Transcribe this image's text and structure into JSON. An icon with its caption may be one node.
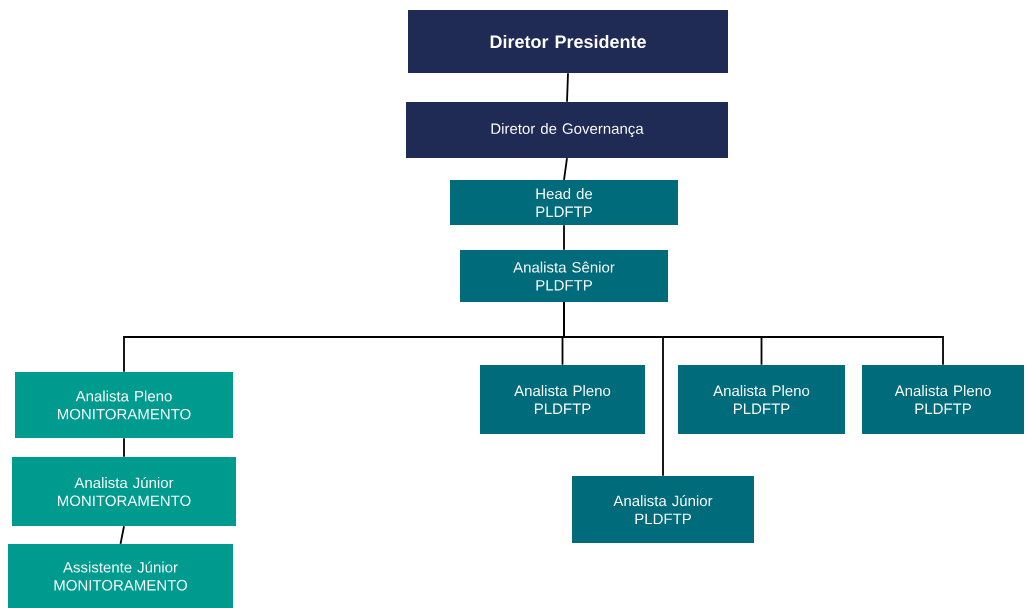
{
  "diagram": {
    "nodes": [
      {
        "text": [
          "Diretor Presidente"
        ]
      },
      {
        "text": [
          "Diretor de Governança"
        ]
      },
      {
        "text": [
          "Head de PLDFTP"
        ]
      },
      {
        "text": [
          "Analista Sênior PLDFTP"
        ]
      },
      {
        "text": [
          "Analista Pleno MONITORAMENTO"
        ]
      },
      {
        "text": [
          "Analista Júnior MONITORAMENTO"
        ]
      },
      {
        "text": [
          "Assistente Júnior MONITORAMENTO"
        ]
      },
      {
        "text": [
          "Analista Pleno PLDFTP"
        ]
      },
      {
        "text": [
          "Analista Júnior PLDFTP"
        ]
      },
      {
        "text": [
          "Analista Pleno PLDFTP"
        ]
      },
      {
        "text": [
          "Analista Pleno PLDFTP"
        ]
      }
    ],
    "edges": [
      {
        "from": 0,
        "to": 1,
        "arrow": "none"
      },
      {
        "from": 1,
        "to": 2,
        "arrow": "none"
      },
      {
        "from": 2,
        "to": 3,
        "arrow": "none"
      },
      {
        "from": 3,
        "to": 4,
        "arrow": "none"
      },
      {
        "from": 3,
        "to": 7,
        "arrow": "none"
      },
      {
        "from": 3,
        "to": 8,
        "arrow": "none"
      },
      {
        "from": 3,
        "to": 9,
        "arrow": "none"
      },
      {
        "from": 3,
        "to": 10,
        "arrow": "none"
      },
      {
        "from": 4,
        "to": 5,
        "arrow": "none"
      },
      {
        "from": 5,
        "to": 6,
        "arrow": "none"
      }
    ]
  }
}
